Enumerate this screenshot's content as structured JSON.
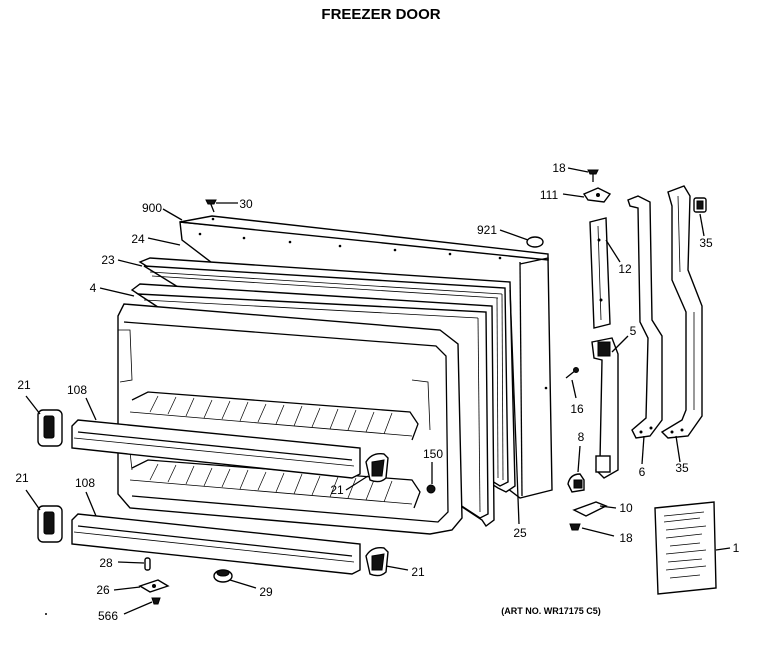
{
  "diagram": {
    "title": "FREEZER DOOR",
    "art_number": "(ART NO. WR17175 C5)",
    "callouts": [
      "900",
      "30",
      "24",
      "23",
      "4",
      "921",
      "18",
      "111",
      "12",
      "35",
      "5",
      "16",
      "8",
      "10",
      "18",
      "6",
      "35",
      "21",
      "108",
      "150",
      "21",
      "25",
      "21",
      "108",
      "28",
      "26",
      "566",
      "29",
      "21",
      "1"
    ]
  }
}
